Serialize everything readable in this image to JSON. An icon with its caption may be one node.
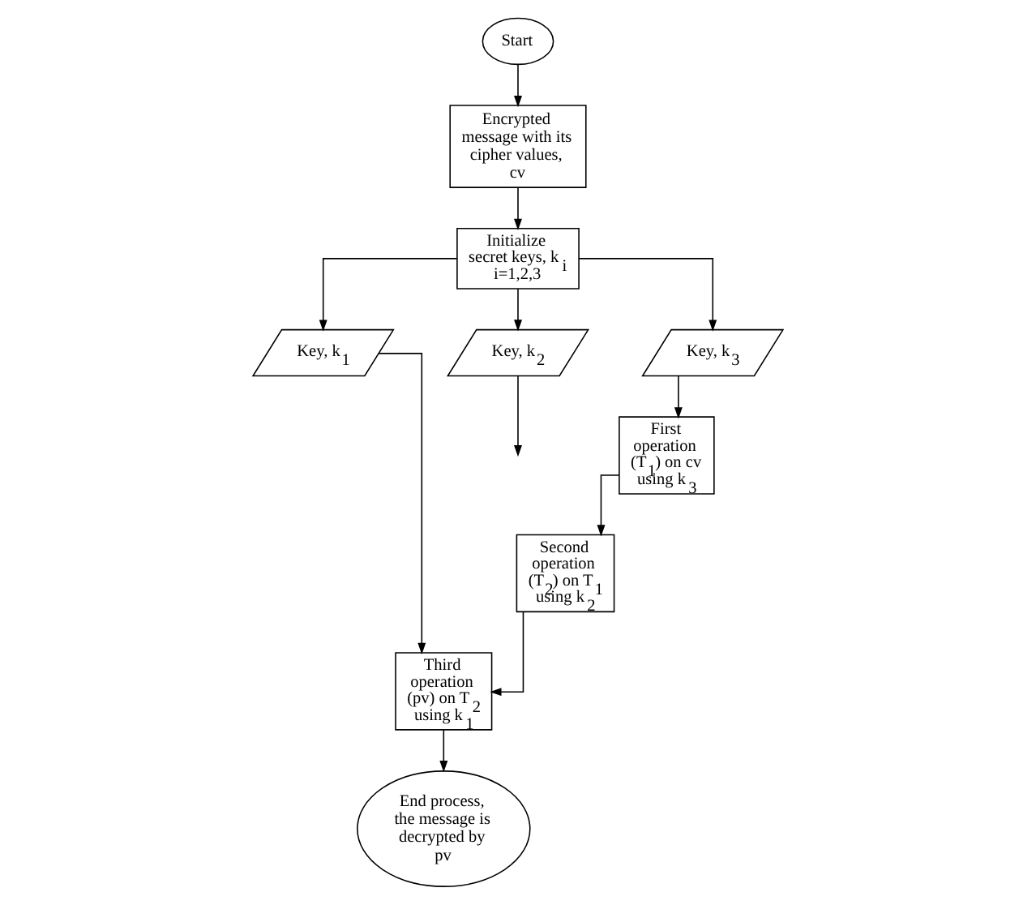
{
  "diagram": {
    "nodes": [
      {
        "text": [
          "Start"
        ]
      },
      {
        "text": [
          "Encrypted message with its cipher values, cv"
        ]
      },
      {
        "text": [
          "Initialize secret keys, k$_{i}$ i=1,2,3"
        ]
      },
      {
        "text": [
          "Key, k$_{1}$"
        ]
      },
      {
        "text": [
          "Key, k$_{2}$"
        ]
      },
      {
        "text": [
          "Key, k$_{3}$"
        ]
      },
      {
        "text": [
          "First operation (T$_{1}$) on cv using k$_{3}$"
        ]
      },
      {
        "text": [
          "Second operation (T$_{2}$) on T$_{1}$ using k$_{2}$"
        ]
      },
      {
        "text": [
          "Third operation (pv) on T$_{2}$ using k$_{1}$"
        ]
      },
      {
        "text": [
          "End process, the message is decrypted by pv"
        ]
      }
    ],
    "edges": [
      {
        "from": 0,
        "to": 1,
        "arrow": "to"
      },
      {
        "from": 1,
        "to": 2,
        "arrow": "to"
      },
      {
        "from": 2,
        "to": 3,
        "arrow": "to"
      },
      {
        "from": 2,
        "to": 4,
        "arrow": "to"
      },
      {
        "from": 2,
        "to": 5,
        "arrow": "to"
      },
      {
        "from": 5,
        "to": 6,
        "arrow": "to"
      },
      {
        "from": 4,
        "to": null,
        "arrow": "to"
      },
      {
        "from": 6,
        "to": 7,
        "arrow": "to"
      },
      {
        "from": 3,
        "to": 8,
        "arrow": "to"
      },
      {
        "from": 7,
        "to": 8,
        "arrow": "to"
      },
      {
        "from": 8,
        "to": 9,
        "arrow": "to"
      }
    ]
  }
}
